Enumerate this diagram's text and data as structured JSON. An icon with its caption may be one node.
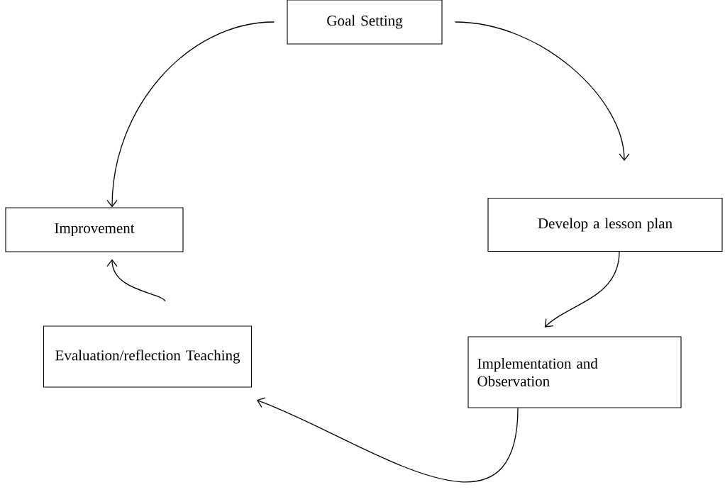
{
  "diagram": {
    "nodes": [
      {
        "text": [
          "Goal Setting"
        ]
      },
      {
        "text": [
          "Improvement"
        ]
      },
      {
        "text": [
          "Develop a lesson plan"
        ]
      },
      {
        "text": [
          "Implementation and Observation"
        ]
      },
      {
        "text": [
          "Evaluation/reflection Teaching"
        ]
      }
    ],
    "edges": [
      {
        "from": 0,
        "to": 1,
        "arrow": "to"
      },
      {
        "from": 0,
        "to": 2,
        "arrow": "to"
      },
      {
        "from": 2,
        "to": 3,
        "arrow": "to"
      },
      {
        "from": 3,
        "to": 4,
        "arrow": "to"
      },
      {
        "from": 4,
        "to": 1,
        "arrow": "to"
      }
    ]
  }
}
